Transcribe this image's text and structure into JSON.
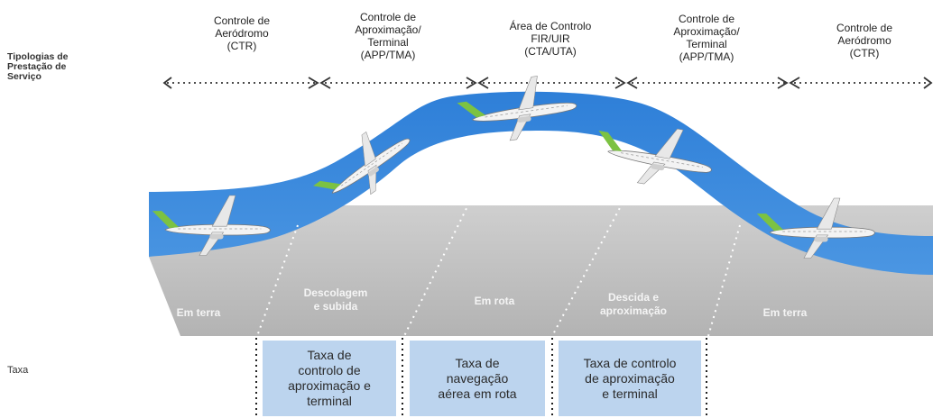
{
  "row_labels": {
    "service": "Tipologias de\nPrestação de\nServiço",
    "tax": "Taxa"
  },
  "zones": [
    {
      "id": "ctr-left",
      "label": "Controle de\nAeródromo\n(CTR)"
    },
    {
      "id": "app-left",
      "label": "Controle de\nAproximação/\nTerminal\n(APP/TMA)"
    },
    {
      "id": "cta",
      "label": "Área de Controlo\nFIR/UIR\n(CTA/UTA)"
    },
    {
      "id": "app-right",
      "label": "Controle de\nAproximação/\nTerminal\n(APP/TMA)"
    },
    {
      "id": "ctr-right",
      "label": "Controle de\nAeródromo\n(CTR)"
    }
  ],
  "phases": [
    {
      "id": "ground-left",
      "label": "Em terra"
    },
    {
      "id": "takeoff",
      "label": "Descolagem\ne subida"
    },
    {
      "id": "enroute",
      "label": "Em rota"
    },
    {
      "id": "descent",
      "label": "Descida e\naproximação"
    },
    {
      "id": "ground-right",
      "label": "Em terra"
    }
  ],
  "taxes": [
    {
      "id": "approach-tax",
      "label": "Taxa de\ncontrolo de\naproximação e\nterminal"
    },
    {
      "id": "enroute-tax",
      "label": "Taxa de\nnavegação\naérea em rota"
    },
    {
      "id": "terminal-tax",
      "label": "Taxa de controlo\nde aproximação\ne terminal"
    }
  ],
  "colors": {
    "band": "#2f7fd6",
    "band_light": "#5ea6ea",
    "ground": "#bfbfbf",
    "tax_box": "#bcd4ee",
    "plane_body": "#f2f2f2",
    "plane_tail": "#7cc242"
  }
}
